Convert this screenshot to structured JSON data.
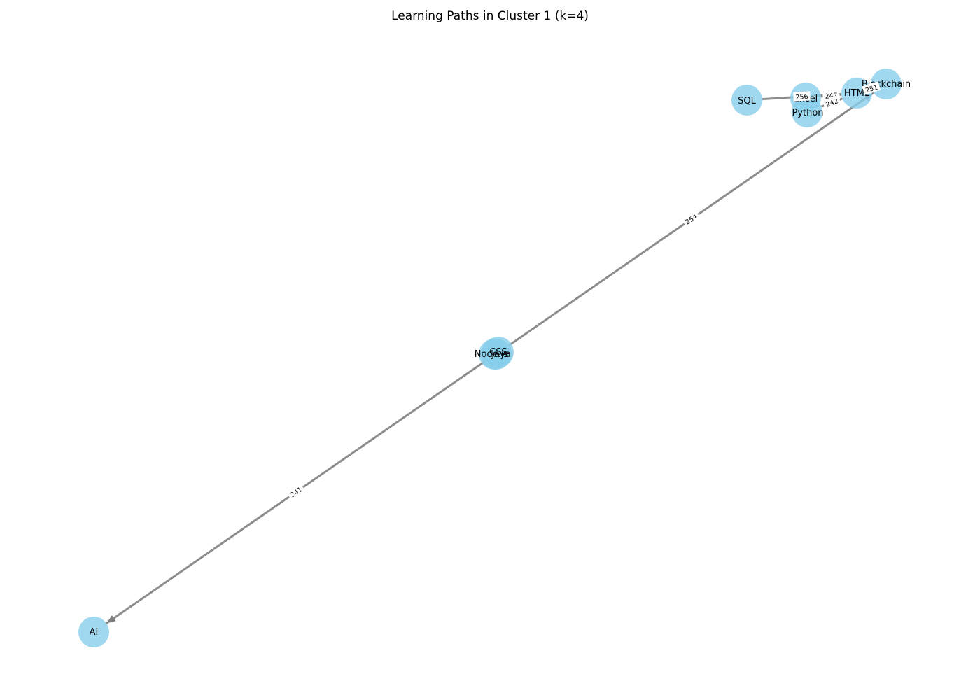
{
  "title": "Learning Paths in Cluster 1 (k=4)",
  "colors": {
    "node_fill": "#87CEEB",
    "edge_stroke": "#808080",
    "background": "#ffffff"
  },
  "nodes": [
    {
      "id": "SQL",
      "label": "SQL"
    },
    {
      "id": "Excel",
      "label": "Excel"
    },
    {
      "id": "Python",
      "label": "Python"
    },
    {
      "id": "HTML",
      "label": "HTML"
    },
    {
      "id": "Blockchain",
      "label": "Blockchain"
    },
    {
      "id": "CSS",
      "label": "CSS"
    },
    {
      "id": "Java",
      "label": "Java"
    },
    {
      "id": "Nodejs",
      "label": "Node.js"
    },
    {
      "id": "AI",
      "label": "AI"
    }
  ],
  "edges": [
    {
      "source": "SQL",
      "target": "HTML",
      "weight": "256"
    },
    {
      "source": "Excel",
      "target": "HTML",
      "weight": "247"
    },
    {
      "source": "Python",
      "target": "HTML",
      "weight": "242"
    },
    {
      "source": "HTML",
      "target": "Blockchain",
      "weight": "251"
    },
    {
      "source": "Java",
      "target": "Blockchain",
      "weight": "254"
    },
    {
      "source": "CSS",
      "target": "AI",
      "weight": "241"
    }
  ]
}
